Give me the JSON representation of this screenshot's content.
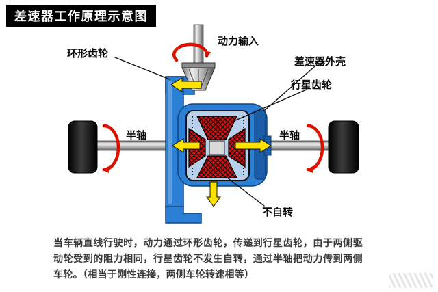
{
  "title": "差速器工作原理示意图",
  "diagram": {
    "labels": {
      "power_input": "动力输入",
      "ring_gear": "环形齿轮",
      "diff_housing": "差速器外壳",
      "planet_gear": "行星齿轮",
      "half_shaft_left": "半轴",
      "half_shaft_right": "半轴",
      "no_self_rotation": "不自转"
    }
  },
  "description": "当车辆直线行驶时，动力通过环形齿轮，传递到行星齿轮，由于两侧驱动轮受到的阻力相同，行星齿轮不发生自转，通过半轴把动力传到两侧车轮。（相当于刚性连接，两侧车轮转速相等）",
  "colors": {
    "housing_blue": "#2b7fd4",
    "housing_dark": "#1b5ca6",
    "gear_red": "#cc1212",
    "arrow_yellow": "#ffe300",
    "rotation_red": "#dd1100",
    "banner_black": "#000000"
  }
}
